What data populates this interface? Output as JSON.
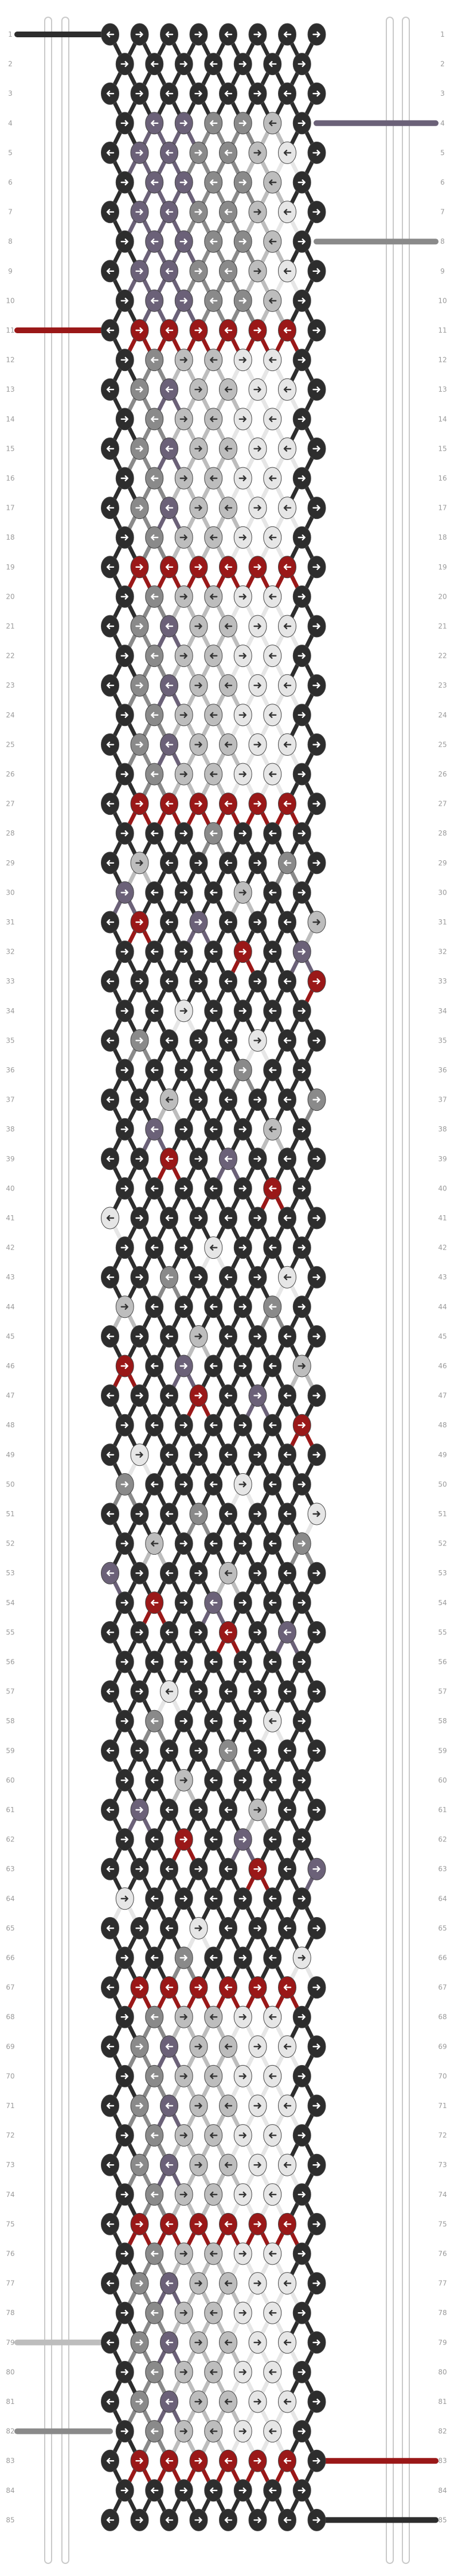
{
  "pattern": {
    "row_count": 85,
    "knots_per_row": 8,
    "colors": {
      "A": "#2d2d2d",
      "B": "#6b6178",
      "C": "#8a8a8a",
      "D": "#bdbdbd",
      "E": "#e6e6e6",
      "F": "#9a1818"
    },
    "strand_start_colors": [
      "A",
      "A",
      "A",
      "A",
      "B",
      "C",
      "F",
      "D",
      "E",
      "F",
      "C",
      "B",
      "A",
      "A",
      "A",
      "A"
    ],
    "highlight_rows": [
      11,
      19,
      27,
      67,
      75,
      83
    ],
    "light_rows": [
      12,
      13,
      14,
      15,
      16,
      17,
      18,
      20,
      21,
      22,
      23,
      24,
      25,
      26,
      68,
      69,
      70,
      71,
      72,
      73,
      74,
      76,
      77,
      78,
      79,
      80,
      81,
      82
    ]
  }
}
